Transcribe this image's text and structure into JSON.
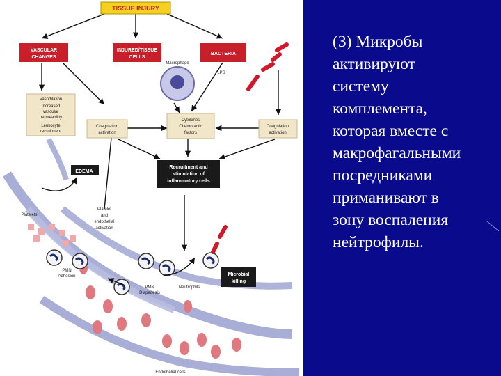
{
  "background_color": "#0a0a8c",
  "caption_lines": [
    "(3) Микробы",
    "активируют",
    "систему",
    "комплемента,",
    "которая вместе с",
    "макрофагальными",
    "посредниками",
    "приманивают в",
    "зону воспаления",
    "нейтрофилы."
  ],
  "diagram": {
    "tissue_injury": "TISSUE INJURY",
    "vascular_changes": [
      "VASCULAR",
      "CHANGES"
    ],
    "injured_cells": [
      "INJURED/TISSUE",
      "CELLS"
    ],
    "bacteria": "BACTERIA",
    "macrophage": "Macrophage",
    "lps": "LPS",
    "vascular_effects": [
      "Vasodilation",
      "Increased",
      "vascular",
      "permeability",
      "Leukocyte",
      "recruitment"
    ],
    "coagulation_left": [
      "Coagulation",
      "activation"
    ],
    "cytokines": [
      "Cytokines",
      "Chemotactic",
      "factors"
    ],
    "complement": [
      "Coagulation",
      "activation"
    ],
    "edema": "EDEMA",
    "recruitment": [
      "Recruitment and",
      "stimulation of",
      "inflammatory cells"
    ],
    "platelets": "Platelets",
    "platelet_activation": [
      "Platelet",
      "and",
      "endothelial",
      "activation"
    ],
    "pmn_adhesion": [
      "PMN",
      "Adhesion"
    ],
    "pmn_diapedesis": [
      "PMN",
      "Diapedesis"
    ],
    "neutrophils": "Neutrophils",
    "microbial_killing": [
      "Microbial",
      "killing"
    ],
    "endothelial_cells": "Endothelial cells"
  },
  "colors": {
    "red_box": "#c8202a",
    "yellow_box": "#f5d020",
    "dark_box": "#1a1a1a",
    "tan_box": "#f2e6c8",
    "vessel": "#9aa0d0",
    "rbc": "#e07880"
  }
}
